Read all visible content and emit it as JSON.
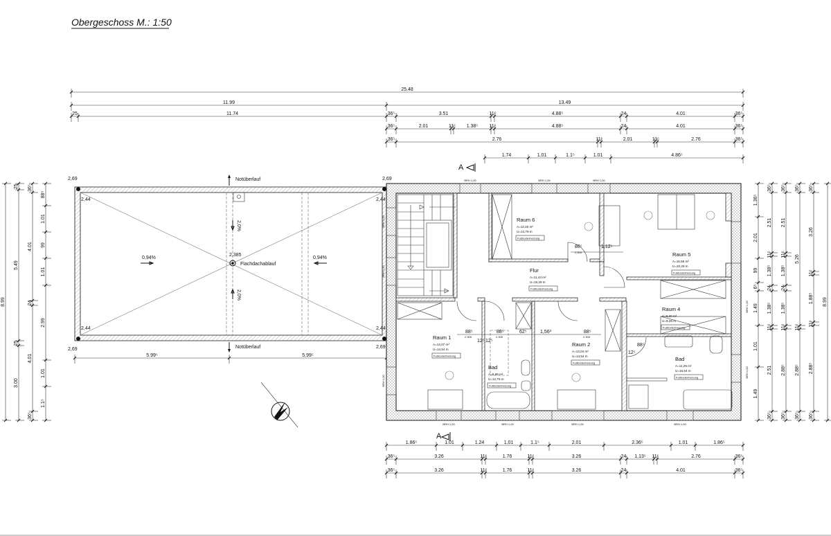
{
  "title": "Obergeschoss  M.: 1:50",
  "rooms": [
    {
      "name": "Raum 6",
      "area": "A=12,26 m²",
      "perimeter": "U=14,79 m",
      "tag": "Fußbodenheizung"
    },
    {
      "name": "Flur",
      "area": "A=11,44 m²",
      "perimeter": "U=19,29 m",
      "tag": "Fußbodenheizung"
    },
    {
      "name": "Raum 5",
      "area": "A=16,55 m²",
      "perimeter": "U=20,29 m",
      "tag": "Fußbodenheizung"
    },
    {
      "name": "Raum 4",
      "area": "A=6,20 m²",
      "perimeter": "U=9,29 m",
      "tag": "Fußbodenheizung"
    },
    {
      "name": "Raum 1",
      "area": "A=13,07 m²",
      "perimeter": "U=14,54 m",
      "tag": "Fußbodenheizung"
    },
    {
      "name": "Bad",
      "area": "A=6,99 m²",
      "perimeter": "U=12,79 m",
      "tag": "Fußbodenheizung"
    },
    {
      "name": "Raum 2",
      "area": "A=13,04 m²",
      "perimeter": "U=14,54 m",
      "tag": "Fußbodenheizung"
    },
    {
      "name": "Bad",
      "area": "A=11,29 m²",
      "perimeter": "U=16,54 m",
      "tag": "Fußbodenheizung"
    }
  ],
  "roof": {
    "overflow_label": "Notüberlauf",
    "drain_label": "Flachdachablauf",
    "drain_height": "2,385",
    "slope_side": "0,94%",
    "slope_center": "2,0%",
    "corner_outer": "2,69",
    "corner_inner": "2,44"
  },
  "section_marker": "A",
  "window_label": "BRH 1,00",
  "window_label_alt": "BRH 1,35",
  "door_dims": {
    "width": "88⁵",
    "height": "2,305",
    "side": "12⁵",
    "raum6_side": "1,12⁵",
    "flur_gap": "1,56³",
    "shower": "62⁵"
  },
  "dimensions": {
    "top_rows": [
      [
        "25.48"
      ],
      [
        "11.99",
        "13.49"
      ],
      [
        "25",
        "11.74",
        "36⁵",
        "3.51",
        "11⁵",
        "4.88⁵",
        "24",
        "4.01",
        "36⁵"
      ],
      [
        "36⁵",
        "2.01",
        "11⁵",
        "1.38⁵",
        "11⁵",
        "4.88⁵",
        "24",
        "4.01",
        "36⁵"
      ],
      [
        "36⁵",
        "2.76",
        "11⁵",
        "2.01",
        "11⁵",
        "2.76",
        "36⁵"
      ],
      [
        "1.74",
        "1.01",
        "1.1⁵",
        "1.01",
        "4.86⁵"
      ]
    ],
    "roof_bottom": [
      "5.99⁵",
      "5.99⁵"
    ],
    "bottom_rows": [
      [
        "1.86⁵",
        "1.01",
        "1.24",
        "1.01",
        "1.1⁵",
        "2.01",
        "2.36⁵",
        "1.01",
        "1.86⁵"
      ],
      [
        "36⁵",
        "3.26",
        "11⁵",
        "1.76",
        "11⁵",
        "3.26",
        "24",
        "1.13⁵",
        "11⁵",
        "2.76",
        "36⁵"
      ],
      [
        "36⁵",
        "3.26",
        "11⁵",
        "1.76",
        "11⁵",
        "3.26",
        "24",
        "4.01",
        "36⁵"
      ]
    ],
    "left_cols": [
      [
        "8.99"
      ],
      [
        "25",
        "5.49",
        "25",
        "3.00"
      ],
      [
        "36⁵",
        "4.01",
        "24",
        "4.01",
        "36⁵"
      ],
      [
        "88⁵",
        "1.01",
        "99",
        "1.01",
        "2.99",
        "1.01",
        "1.1⁵"
      ]
    ],
    "right_cols": [
      [
        "1.36⁵",
        "2.01",
        "99",
        "6⁵",
        "1.49",
        "1.01",
        "1.49"
      ],
      [
        "36⁵",
        "2.51",
        "11⁵",
        "1.38⁵",
        "24",
        "1.38⁵",
        "11⁵",
        "2.51",
        "36⁵"
      ],
      [
        "36⁵",
        "2.51",
        "11⁵",
        "1.38⁵",
        "24",
        "1.38⁵",
        "11⁵",
        "2.88⁵",
        "36⁵"
      ],
      [
        "36⁵",
        "5.26",
        "11⁵",
        "2.88⁵",
        "36⁵"
      ],
      [
        "36⁵",
        "3.26",
        "11⁵",
        "1.88⁵",
        "11⁵",
        "2.88⁵",
        "36⁵"
      ],
      [
        "8.99"
      ]
    ]
  }
}
